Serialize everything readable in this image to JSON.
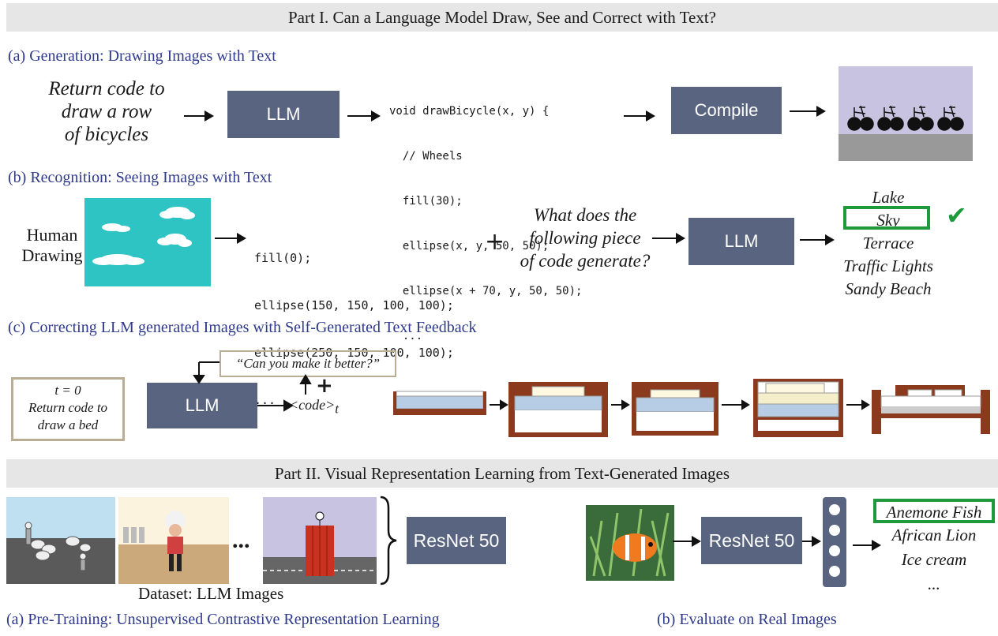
{
  "part1": {
    "banner": "Part I. Can a Language Model Draw, See and Correct with Text?",
    "a": {
      "title": "(a) Generation: Drawing Images with Text",
      "prompt": [
        "Return code to",
        "draw a row",
        "of  bicycles"
      ],
      "llm": "LLM",
      "code": [
        "void drawBicycle(x, y) {",
        "  // Wheels",
        "  fill(30);",
        "  ellipse(x, y, 50, 50);",
        "  ellipse(x + 70, y, 50, 50);",
        "  ..."
      ],
      "compile": "Compile"
    },
    "b": {
      "title": "(b) Recognition: Seeing Images with Text",
      "human": [
        "Human",
        "Drawing"
      ],
      "code": [
        "fill(0);",
        "ellipse(150, 150, 100, 100);",
        "ellipse(250, 150, 100, 100);",
        "..."
      ],
      "plus": "+",
      "question": [
        "What does the",
        "following piece",
        "of code generate?"
      ],
      "llm": "LLM",
      "options": [
        "Lake",
        "Sky",
        "Terrace",
        "Traffic Lights",
        "Sandy Beach"
      ],
      "check": "✔"
    },
    "c": {
      "title": "(c) Correcting LLM generated Images with Self-Generated Text Feedback",
      "t0": [
        "t = 0",
        "Return code to",
        "draw a bed"
      ],
      "llm": "LLM",
      "feedback": "“Can you make it better?”",
      "plus": "+",
      "code_label": "<code>",
      "code_sub": "t"
    }
  },
  "part2": {
    "banner": "Part II. Visual Representation Learning from Text-Generated Images",
    "a": {
      "dots": "...",
      "resnet": "ResNet 50",
      "dataset": "Dataset: LLM Images",
      "title": "(a) Pre-Training: Unsupervised Contrastive Representation Learning"
    },
    "b": {
      "resnet": "ResNet 50",
      "classes": [
        "Anemone Fish",
        "African Lion",
        "Ice cream",
        "..."
      ],
      "title": "(b) Evaluate on Real Images"
    }
  },
  "colors": {
    "box": "#596580",
    "section_title": "#2e3a8c",
    "banner": "#e6e6e6",
    "highlight_green": "#1e9a3c",
    "sky_teal": "#2ec4c4",
    "lavender": "#c7c3e0",
    "bed_brown": "#8b3a1e",
    "mattress_blue": "#b7cde6"
  }
}
